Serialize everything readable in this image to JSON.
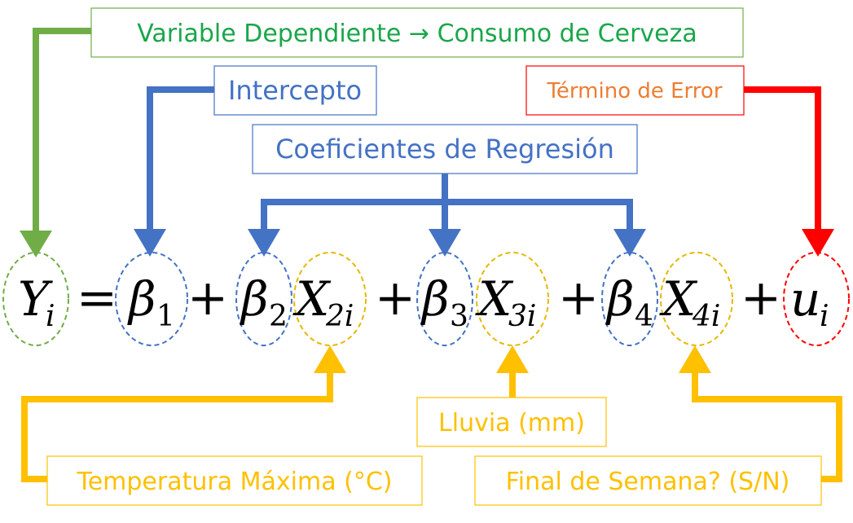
{
  "colors": {
    "green": "#70ad47",
    "green_text": "#1aa64a",
    "blue": "#4472c4",
    "red": "#ff0000",
    "orange_text": "#ed7d31",
    "yellow": "#ffc000",
    "yellow_ellipse": "#e6b800",
    "black": "#000000"
  },
  "labels": {
    "dependent_variable": "Variable Dependiente → Consumo de Cerveza",
    "intercept": "Intercepto",
    "error_term": "Término de Error",
    "regression_coefficients": "Coeficientes de Regresión",
    "rain": "Lluvia (mm)",
    "max_temperature": "Temperatura Máxima (°C)",
    "weekend": "Final de Semana? (S/N)"
  },
  "equation": {
    "y": "Y",
    "y_sub": "i",
    "equals": "=",
    "plus": "+",
    "beta": "β",
    "b1_sub": "1",
    "b2_sub": "2",
    "b3_sub": "3",
    "b4_sub": "4",
    "x": "X",
    "x2_sub": "2i",
    "x3_sub": "3i",
    "x4_sub": "4i",
    "u": "u",
    "u_sub": "i"
  }
}
